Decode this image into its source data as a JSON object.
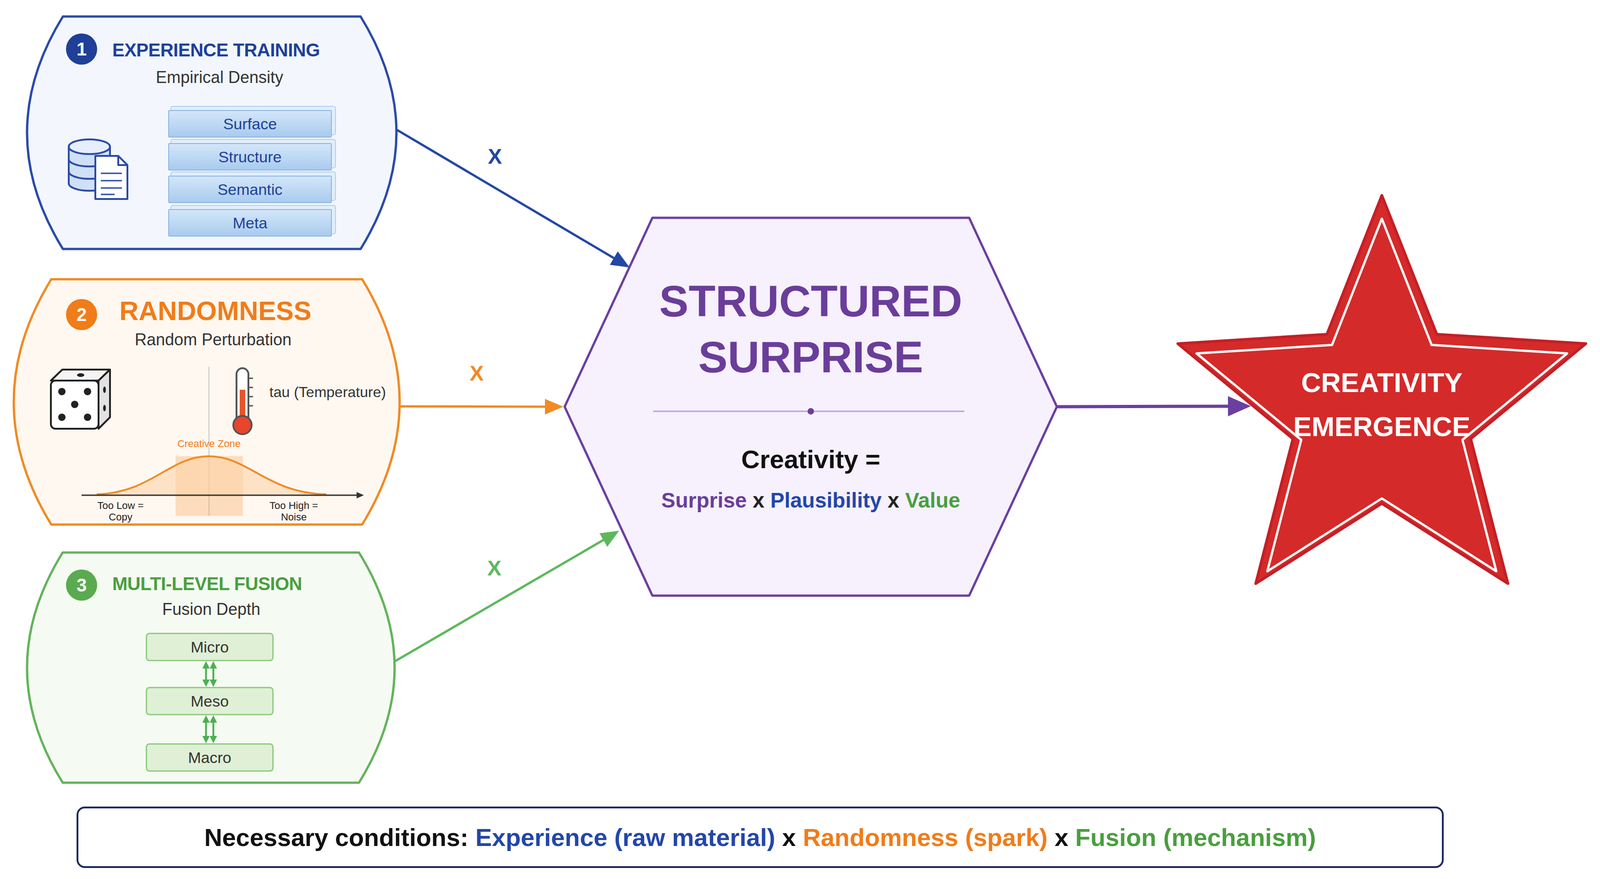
{
  "diagram": {
    "nodes": [
      {
        "text": [
          "EXPERIENCE TRAINING",
          "Empirical Density"
        ]
      },
      {
        "text": [
          "Surface"
        ],
        "in": 0
      },
      {
        "text": [
          "Structure"
        ],
        "in": 0
      },
      {
        "text": [
          "Semantic"
        ],
        "in": 0
      },
      {
        "text": [
          "Meta"
        ],
        "in": 0
      },
      {
        "text": [
          "RANDOMNESS",
          "Random Perturbation"
        ]
      },
      {
        "text": [
          "MULTI-LEVEL FUSION",
          "Fusion Depth"
        ]
      },
      {
        "text": [
          "Micro"
        ],
        "in": 6
      },
      {
        "text": [
          "Meso"
        ],
        "in": 6
      },
      {
        "text": [
          "Macro"
        ],
        "in": 6
      },
      {
        "text": [
          "STRUCTURED SURPRISE",
          "Creativity =",
          "Surprise",
          "x",
          "Plausibility",
          "x",
          "Value"
        ]
      },
      {
        "text": [
          "CREATIVITY EMERGENCE"
        ]
      },
      {
        "text": [
          "Necessary conditions:",
          "Experience (raw material)",
          "x",
          "Randomness (spark)",
          "x",
          "Fusion (mechanism)"
        ]
      }
    ],
    "edges": [
      {
        "from": 0,
        "to": 10,
        "label": "X",
        "arrow": "to"
      },
      {
        "from": 5,
        "to": 10,
        "label": "X",
        "arrow": "to"
      },
      {
        "from": 6,
        "to": 10,
        "label": "X",
        "arrow": "to"
      },
      {
        "from": 7,
        "to": 8,
        "arrow": "both"
      },
      {
        "from": 8,
        "to": 9,
        "arrow": "both"
      },
      {
        "from": 10,
        "to": 11,
        "arrow": "to"
      }
    ],
    "labels": [
      "1",
      "2",
      "tau (Temperature)",
      "Creative Zone",
      "Too Low = Copy",
      "Too High = Noise",
      "3"
    ]
  }
}
